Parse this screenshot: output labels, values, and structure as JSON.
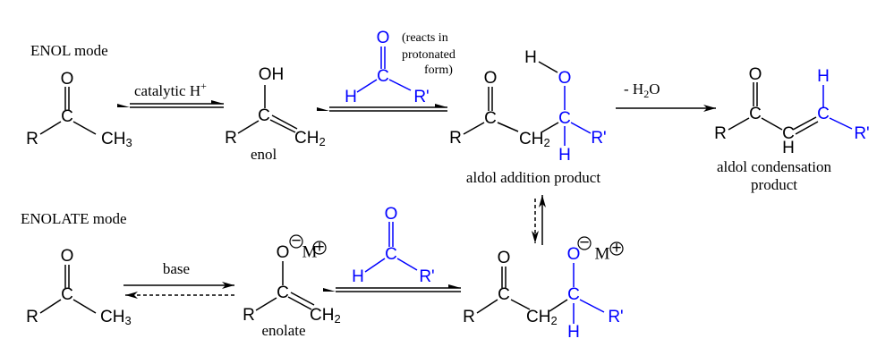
{
  "colors": {
    "reactant": "#000000",
    "aldehyde": "#0000ff"
  },
  "labels": {
    "enol_mode": "ENOL mode",
    "enolate_mode": "ENOLATE mode",
    "catalytic": "catalytic H",
    "catalytic_sup": "+",
    "base": "base",
    "reacts_1": "(reacts in",
    "reacts_2": "protonated",
    "reacts_3": "form)",
    "minus_h2o": "- H",
    "minus_h2o_sub": "2",
    "minus_h2o_o": "O",
    "enol": "enol",
    "enolate": "enolate",
    "aldol_addition": "aldol addition product",
    "aldol_condensation_1": "aldol condensation",
    "aldol_condensation_2": "product"
  },
  "atoms": {
    "O": "O",
    "C": "C",
    "R": "R",
    "CH": "CH",
    "H": "H",
    "OH": "OH",
    "Rp": "R'",
    "M": "M",
    "sub2": "2",
    "sub3": "3",
    "minus": "−",
    "plus": "+"
  }
}
